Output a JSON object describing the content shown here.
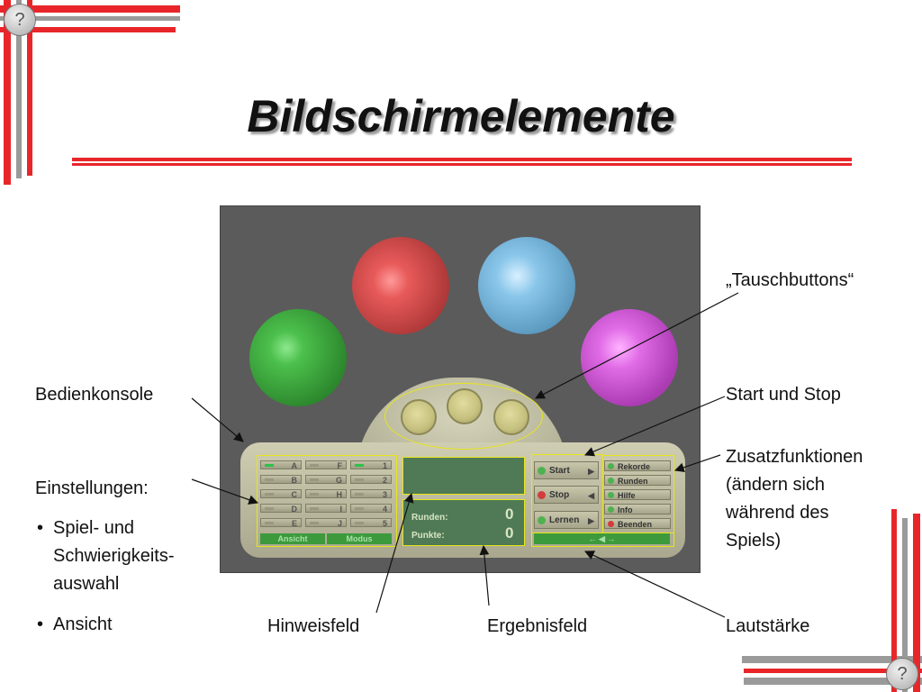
{
  "slide": {
    "title": "Bildschirmelemente",
    "colors": {
      "accent_red": "#e8262a",
      "frame_grey": "#8e8e8e"
    },
    "logo_icon": "question-mark-icon"
  },
  "labels": {
    "bedienkonsole": "Bedienkonsole",
    "einstellungen": "Einstellungen:",
    "einstellungen_items": [
      "Spiel- und Schwierigkeits-auswahl",
      "Ansicht"
    ],
    "einstellungen_item1_lines": [
      "Spiel- und",
      "Schwierigkeits-",
      "auswahl"
    ],
    "tauschbuttons": "„Tauschbuttons“",
    "start_stop": "Start und Stop",
    "zusatz_lines": [
      "Zusatzfunktionen",
      "(ändern sich",
      "während des",
      "Spiels)"
    ],
    "hinweisfeld": "Hinweisfeld",
    "ergebnisfeld": "Ergebnisfeld",
    "lautstaerke": "Lautstärke"
  },
  "game": {
    "ball_colors": {
      "green": "#3fa63f",
      "red": "#d64545",
      "blue": "#6aaed6",
      "magenta": "#c04ccc"
    },
    "grid": {
      "col1": [
        "A",
        "B",
        "C",
        "D",
        "E"
      ],
      "col2": [
        "F",
        "G",
        "H",
        "I",
        "J"
      ],
      "col3": [
        "1",
        "2",
        "3",
        "4",
        "5"
      ],
      "bottom": [
        "Ansicht",
        "Modus"
      ]
    },
    "score": {
      "runden_label": "Runden:",
      "runden_value": "0",
      "punkte_label": "Punkte:",
      "punkte_value": "0"
    },
    "controls": [
      "Start",
      "Stop",
      "Lernen"
    ],
    "extras": [
      "Rekorde",
      "Runden",
      "Hilfe",
      "Info",
      "Beenden"
    ],
    "volume": "← ◀ →"
  }
}
